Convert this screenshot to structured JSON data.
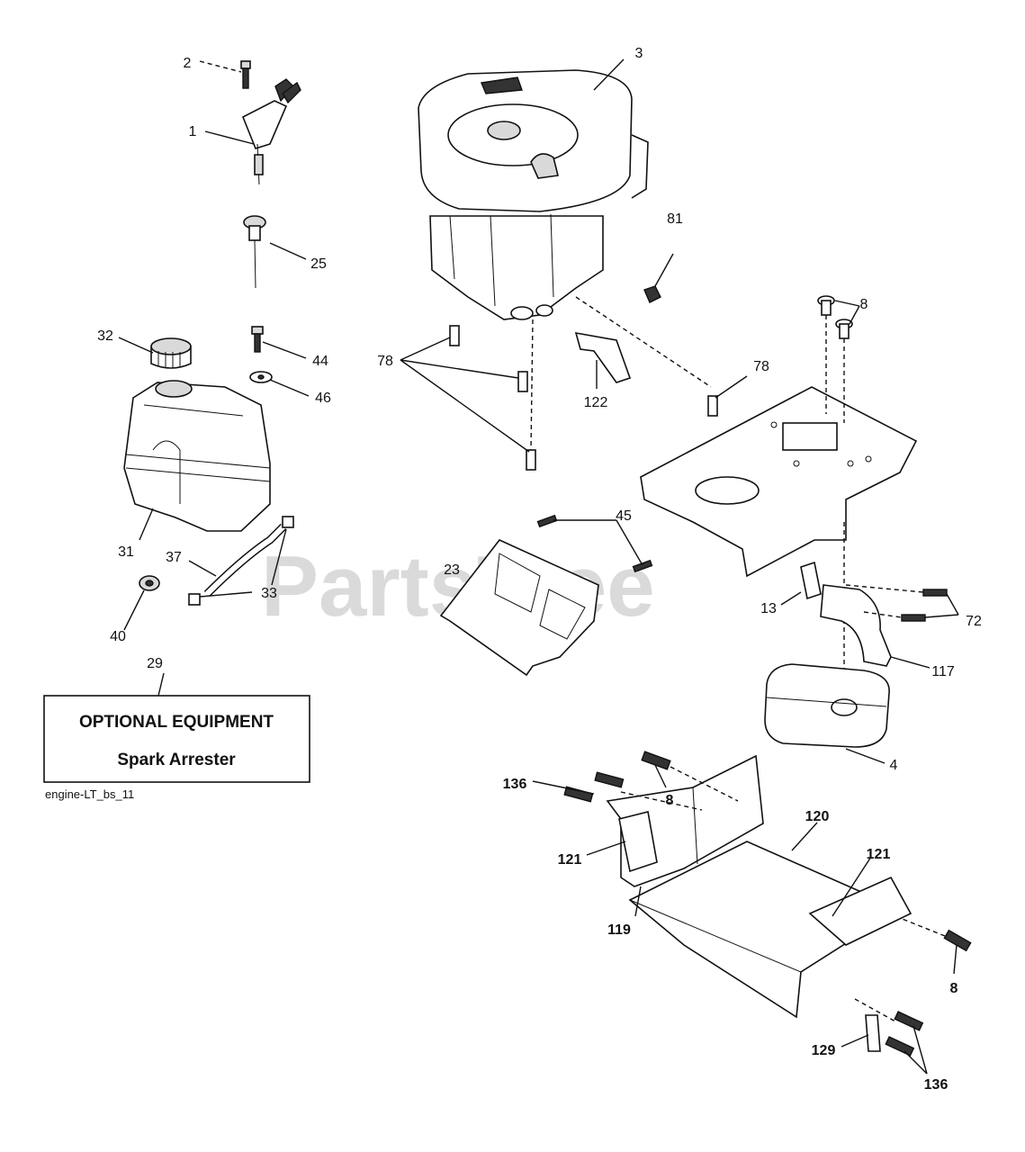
{
  "diagram_id": "engine-LT_bs_11",
  "watermark": "PartsTree",
  "optional_box": {
    "title": "OPTIONAL EQUIPMENT",
    "item": "Spark Arrester",
    "callout": "29"
  },
  "callouts": {
    "c1": "1",
    "c2": "2",
    "c3": "3",
    "c4": "4",
    "c8a": "8",
    "c8b": "8",
    "c8c": "8",
    "c13": "13",
    "c23": "23",
    "c25": "25",
    "c31": "31",
    "c32": "32",
    "c33": "33",
    "c37": "37",
    "c40": "40",
    "c44": "44",
    "c45": "45",
    "c46": "46",
    "c72": "72",
    "c78a": "78",
    "c78b": "78",
    "c81": "81",
    "c117": "117",
    "c119": "119",
    "c120": "120",
    "c121a": "121",
    "c121b": "121",
    "c122": "122",
    "c129": "129",
    "c136a": "136",
    "c136b": "136"
  }
}
